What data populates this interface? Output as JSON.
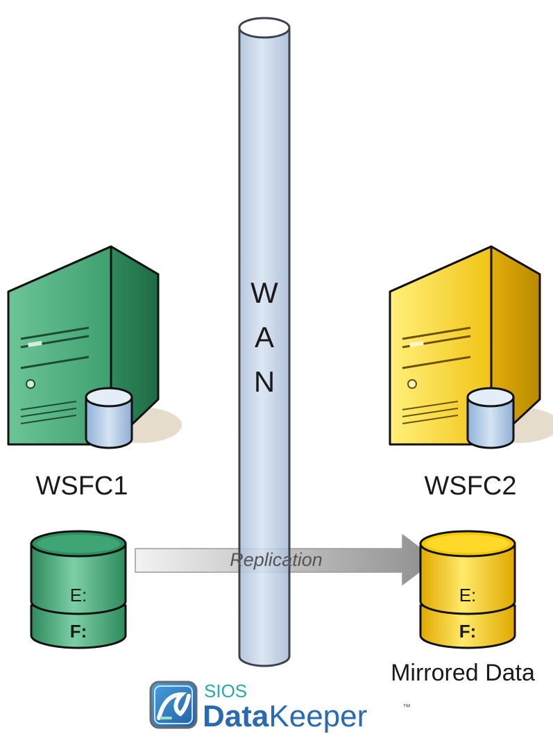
{
  "wan": {
    "letters": [
      "W",
      "A",
      "N"
    ]
  },
  "servers": {
    "left": {
      "name": "WSFC1",
      "color": "#3f9f6f",
      "light": "#a9dcc0",
      "dark": "#1f6a45"
    },
    "right": {
      "name": "WSFC2",
      "color": "#f2c416",
      "light": "#fff0a0",
      "dark": "#b98a00"
    }
  },
  "disks": {
    "left": {
      "top_label": "E:",
      "bottom_label": "F:"
    },
    "right": {
      "top_label": "E:",
      "bottom_label": "F:",
      "caption": "Mirrored Data"
    }
  },
  "arrow": {
    "label": "Replication"
  },
  "logo": {
    "brand": "SIOS",
    "product_part1": "Data",
    "product_part2": "Keeper",
    "trademark": "™"
  },
  "colors": {
    "pipe": "#c8d7ea",
    "pipe_stroke": "#3b4250",
    "db_blue": "#b9d0ea",
    "logo_blue": "#2a6ab0",
    "logo_teal": "#2aa8a8"
  }
}
